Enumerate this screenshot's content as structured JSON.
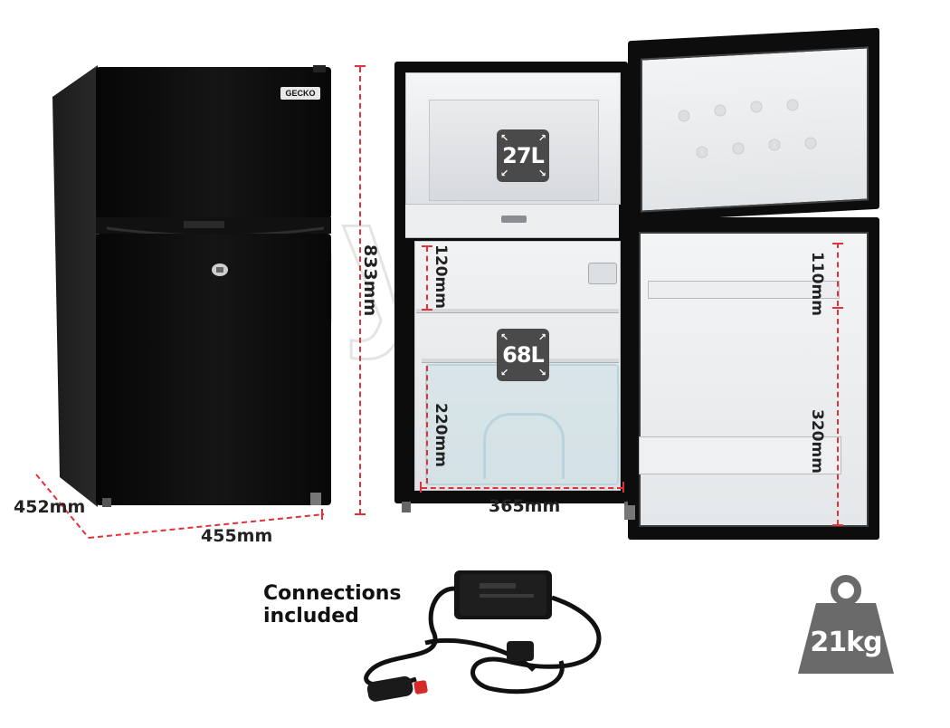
{
  "brand_label": "GECKO",
  "watermark": "mytopia",
  "dimensions": {
    "height": "833mm",
    "depth": "452mm",
    "width": "455mm",
    "interior_width": "365mm",
    "freezer_shelf": "120mm",
    "crisper": "220mm",
    "door_top": "110mm",
    "door_bottom": "320mm"
  },
  "capacity": {
    "freezer": "27L",
    "fridge": "68L"
  },
  "connections_text": "Connections included",
  "weight": "21kg",
  "colors": {
    "accent_dashes": "#e0323a",
    "badge_bg": "#4a4a4a",
    "fridge_body": "#0d0d0d",
    "weight_icon": "#6a6a6a"
  }
}
